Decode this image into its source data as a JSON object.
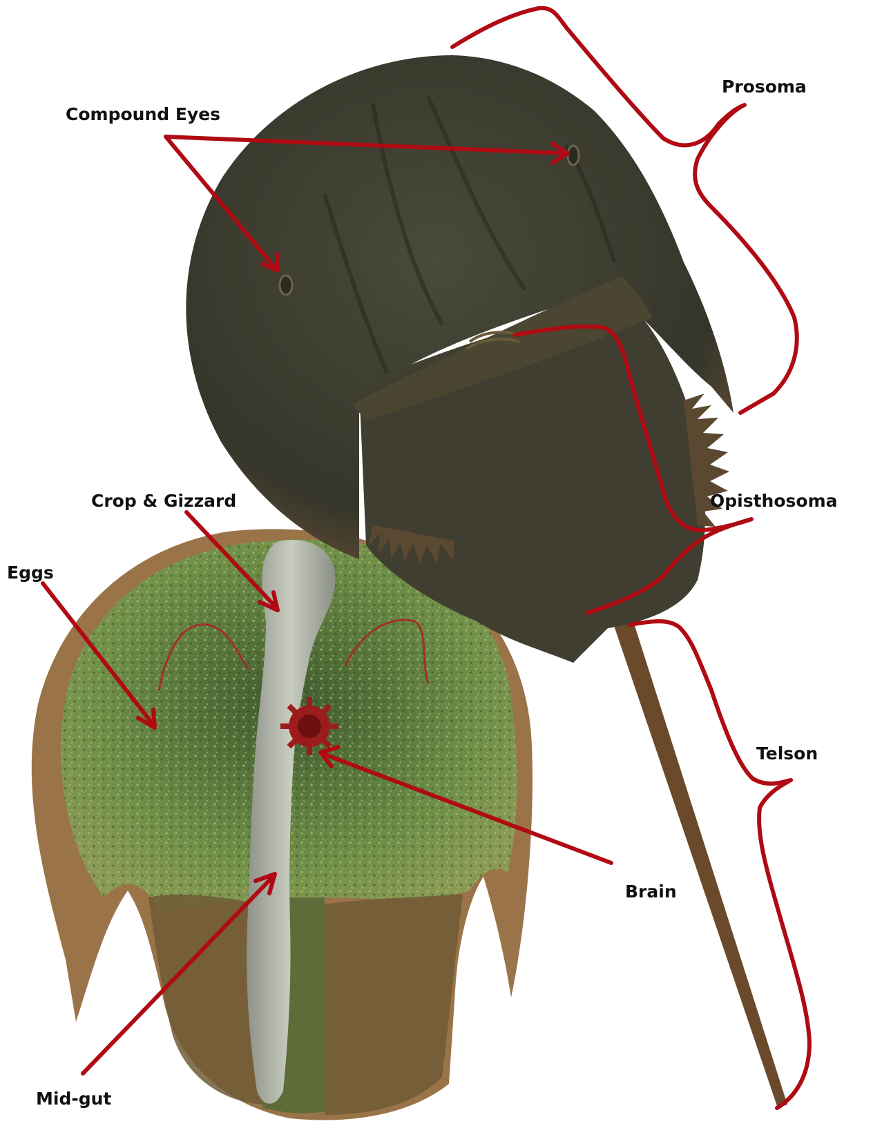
{
  "labels": {
    "compound_eyes": "Compound Eyes",
    "prosoma": "Prosoma",
    "crop_gizzard": "Crop & Gizzard",
    "opisthosoma": "Opisthosoma",
    "eggs": "Eggs",
    "telson": "Telson",
    "brain": "Brain",
    "mid_gut": "Mid-gut"
  },
  "colors": {
    "annotation": "#b00a12",
    "carapace": "#3b3a2c",
    "carapace_rim": "#6b5130",
    "underside": "#9a7448",
    "eggs": "#5f7f3c",
    "gut": "#a9ada0",
    "brain": "#9c1c1c"
  }
}
